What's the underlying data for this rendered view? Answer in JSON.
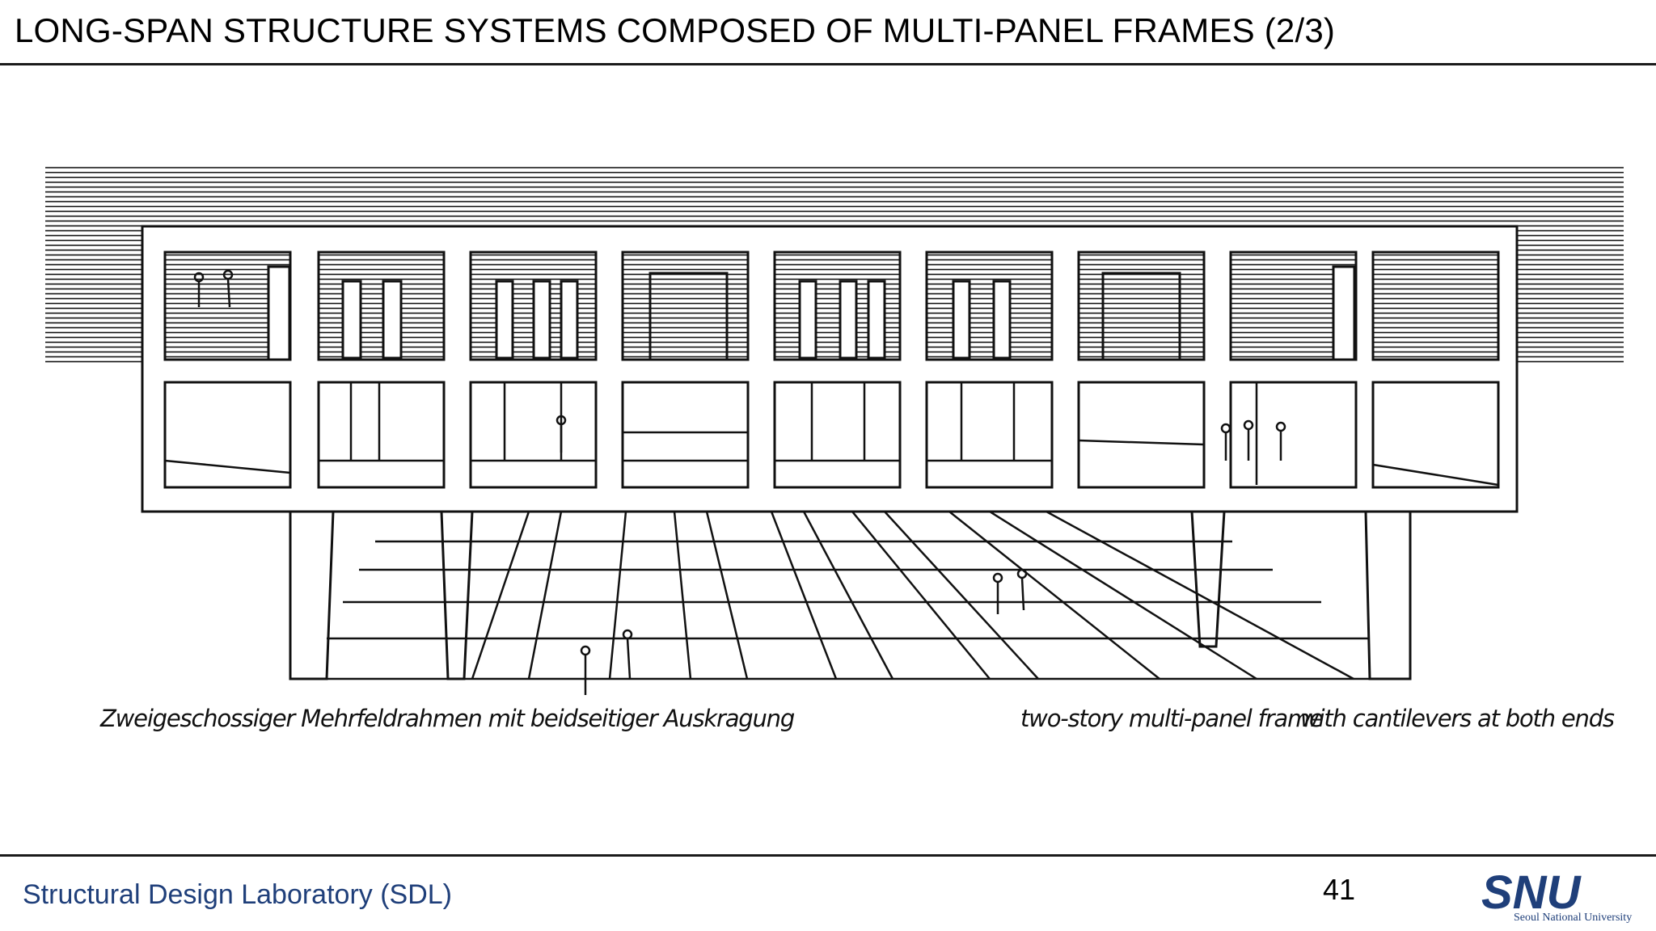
{
  "slide": {
    "title": "LONG-SPAN STRUCTURE SYSTEMS COMPOSED OF MULTI-PANEL FRAMES (2/3)",
    "page_number": "41"
  },
  "figure": {
    "caption_german": "Zweigeschossiger Mehrfeldrahmen mit beidseitiger Auskragung",
    "caption_english_1": "two-story multi-panel frame",
    "caption_english_2": "with cantilevers at both ends"
  },
  "footer": {
    "lab_name": "Structural Design Laboratory (SDL)",
    "logo_text": "SNU",
    "logo_subtext": "Seoul National University",
    "lab_color": "#1f3f7a"
  }
}
